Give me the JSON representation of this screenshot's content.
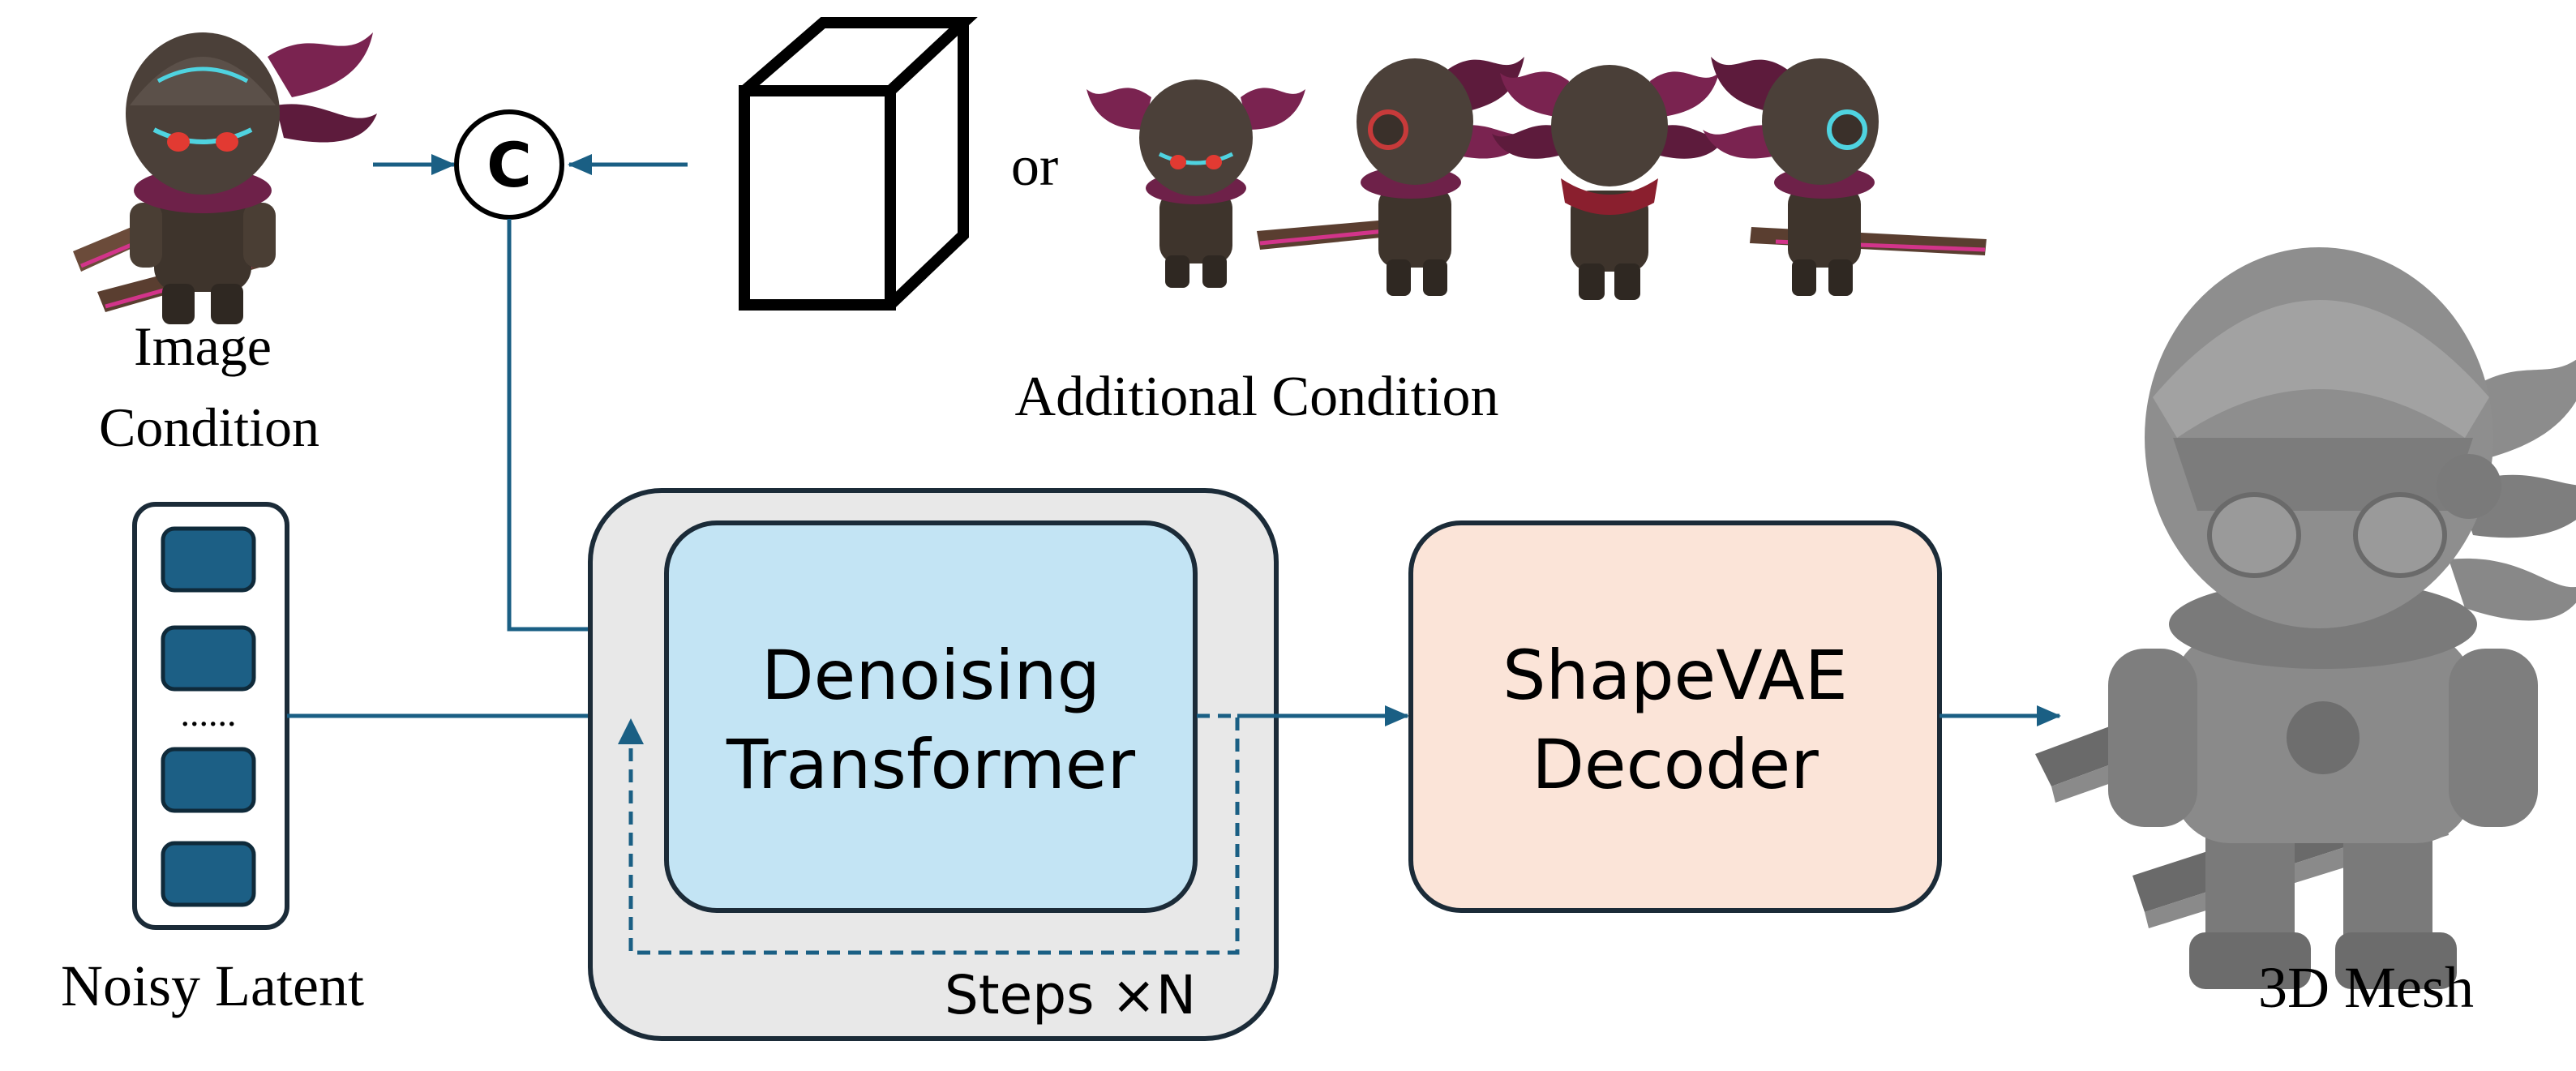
{
  "labels": {
    "image_condition_line1": "Image",
    "image_condition_line2": "Condition",
    "concat_symbol": "C",
    "or": "or",
    "additional_condition": "Additional Condition",
    "noisy_latent": "Noisy Latent",
    "latent_ellipsis": "......",
    "denoising_line1": "Denoising",
    "denoising_line2": "Transformer",
    "steps": "Steps ×N",
    "decoder_line1": "ShapeVAE",
    "decoder_line2": "Decoder",
    "mesh": "3D Mesh"
  },
  "colors": {
    "arrow": "#1a5f84",
    "latent_token": "#1c5f85",
    "denoiser_fill": "#c3e4f4",
    "loop_panel_fill": "#e8e8e8",
    "decoder_fill": "#fbe4d8",
    "outline": "#1b2b38"
  }
}
